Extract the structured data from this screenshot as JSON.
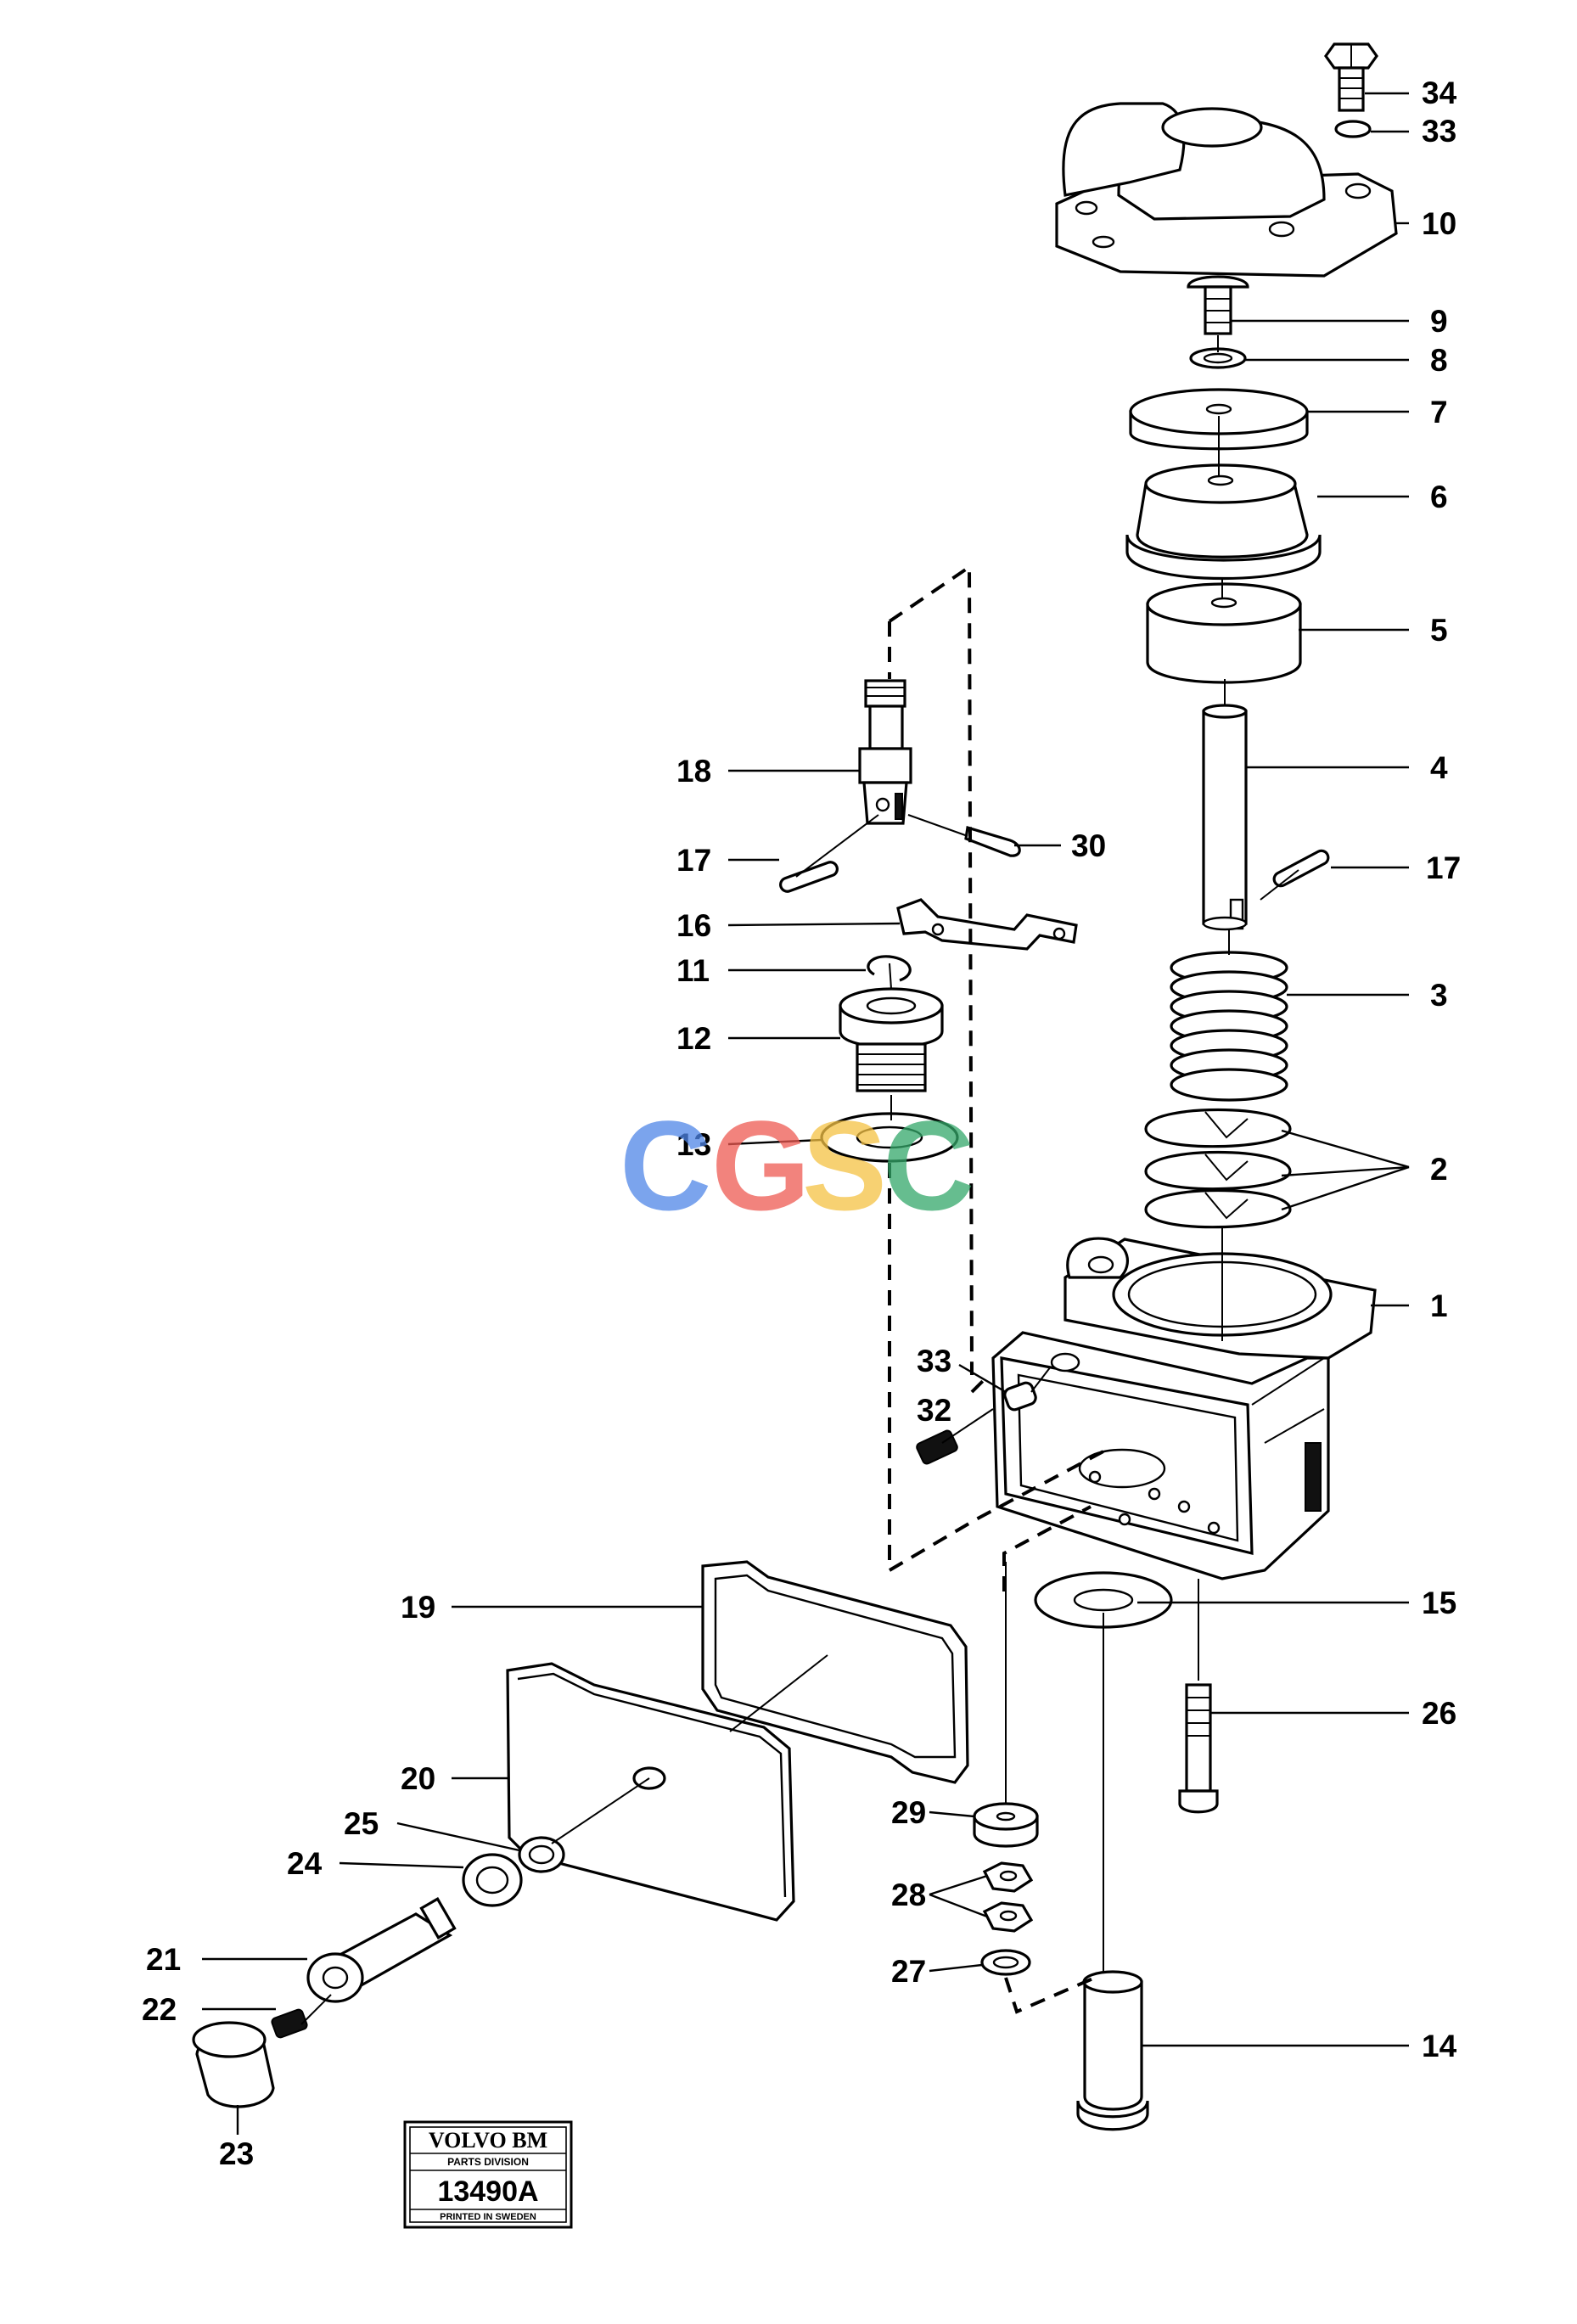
{
  "labels": {
    "l34": "34",
    "l33a": "33",
    "l10": "10",
    "l9": "9",
    "l8": "8",
    "l7": "7",
    "l6": "6",
    "l5": "5",
    "l4": "4",
    "l17a": "17",
    "l3": "3",
    "l2": "2",
    "l1": "1",
    "l18": "18",
    "l17b": "17",
    "l30": "30",
    "l16": "16",
    "l11": "11",
    "l12": "12",
    "l13": "13",
    "l33b": "33",
    "l32": "32",
    "l15": "15",
    "l26": "26",
    "l19": "19",
    "l20": "20",
    "l25": "25",
    "l24": "24",
    "l21": "21",
    "l22": "22",
    "l23": "23",
    "l29": "29",
    "l28": "28",
    "l27": "27",
    "l14": "14"
  },
  "stamp": {
    "brand": "VOLVO BM",
    "division": "PARTS DIVISION",
    "code": "13490A",
    "printed": "PRINTED IN SWEDEN"
  },
  "watermark": {
    "letters": [
      "C",
      "G",
      "S",
      "C"
    ],
    "colors": [
      "#4f86e8",
      "#ee5a52",
      "#f5c244",
      "#34a86a"
    ]
  }
}
